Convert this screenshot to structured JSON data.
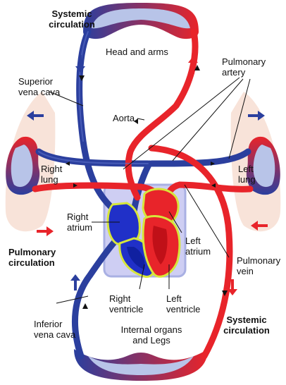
{
  "labels": {
    "systemic_top": "Systemic\ncirculation",
    "head_arms": "Head and arms",
    "pulmonary_artery": "Pulmonary\nartery",
    "superior_vena_cava": "Superior\nvena cava",
    "aorta": "Aorta",
    "right_lung": "Right\nlung",
    "left_lung": "Left\nlung",
    "right_atrium": "Right\natrium",
    "left_atrium": "Left\natrium",
    "pulmonary_circulation": "Pulmonary\ncirculation",
    "pulmonary_vein": "Pulmonary\nvein",
    "right_ventricle": "Right\nventricle",
    "left_ventricle": "Left\nventricle",
    "inferior_vena_cava": "Inferior\nvena cava",
    "internal_organs": "Internal organs\nand Legs",
    "systemic_bottom": "Systemic\ncirculation"
  },
  "colors": {
    "oxygenated": "#e8242a",
    "deoxygenated": "#2b3f9e",
    "lung": "#f6d9cc",
    "capillary": "#b8c4e8",
    "heart_box": "#c9c9f2",
    "valve": "#d7e63a"
  }
}
